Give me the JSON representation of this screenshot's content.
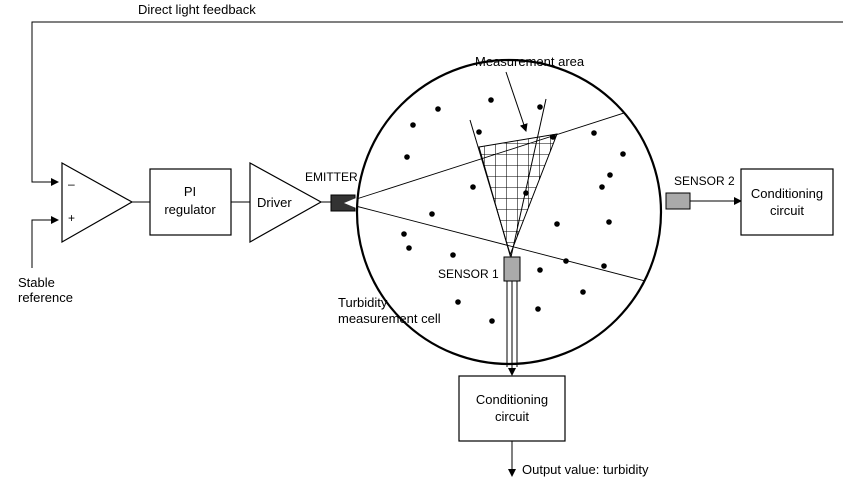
{
  "feedback": {
    "label": "Direct light feedback"
  },
  "amplifier": {
    "minus": "–",
    "plus": "+"
  },
  "reference": {
    "line1": "Stable",
    "line2": "reference"
  },
  "pi": {
    "line1": "PI",
    "line2": "regulator"
  },
  "driver": {
    "label": "Driver"
  },
  "emitter": {
    "label": "EMITTER"
  },
  "measurement_area": {
    "label": "Measurement area"
  },
  "sensor1": {
    "label": "SENSOR 1"
  },
  "sensor2": {
    "label": "SENSOR 2"
  },
  "cell": {
    "line1": "Turbidity",
    "line2": "measurement cell"
  },
  "conditioning_right": {
    "line1": "Conditioning",
    "line2": "circuit"
  },
  "conditioning_bottom": {
    "line1": "Conditioning",
    "line2": "circuit"
  },
  "output": {
    "label": "Output value: turbidity"
  }
}
